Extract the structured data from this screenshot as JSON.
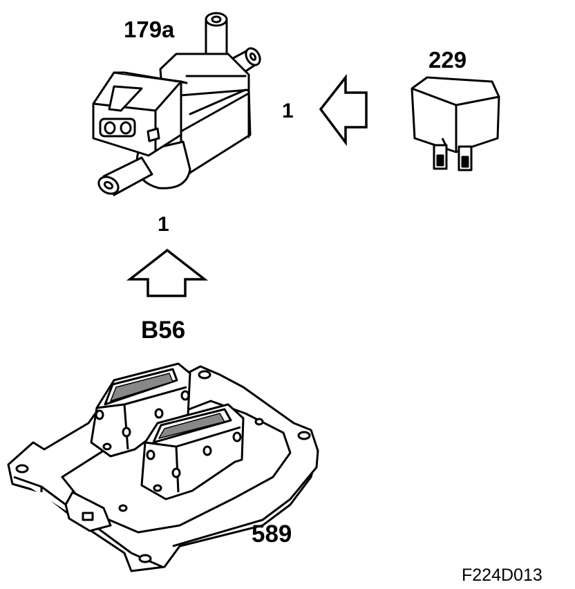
{
  "labels": {
    "valve": "179a",
    "relay": "229",
    "relay_to_valve": "1",
    "ecu_to_valve": "1",
    "ecu_connector": "B56",
    "ecu": "589",
    "figure_code": "F224D013"
  },
  "icons": {
    "valve": "solenoid-valve-icon",
    "relay": "relay-icon",
    "ecu": "control-module-icon",
    "arrow_left": "outline-arrow-left-icon",
    "arrow_up": "outline-arrow-up-icon"
  },
  "colors": {
    "line": "#000000",
    "background": "#ffffff"
  }
}
